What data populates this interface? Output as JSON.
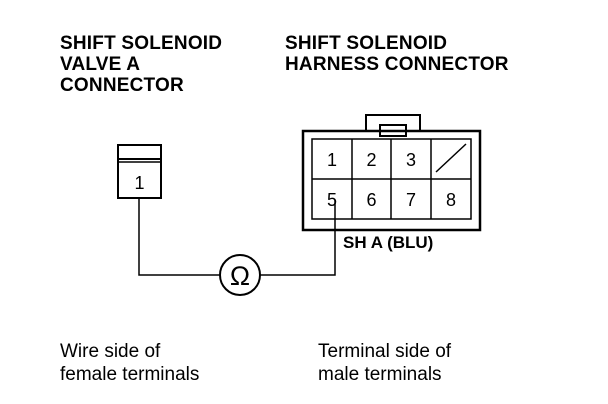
{
  "left_heading": [
    "SHIFT SOLENOID",
    "VALVE A",
    "CONNECTOR"
  ],
  "right_heading": [
    "SHIFT SOLENOID",
    "HARNESS CONNECTOR"
  ],
  "valve_connector": {
    "terminals": [
      "1"
    ]
  },
  "harness_connector": {
    "top_row": [
      "1",
      "2",
      "3"
    ],
    "bottom_row": [
      "5",
      "6",
      "7",
      "8"
    ]
  },
  "wire_label": "SH A (BLU)",
  "meter_symbol": "Ω",
  "left_caption": [
    "Wire side of",
    "female terminals"
  ],
  "right_caption": [
    "Terminal side of",
    "male terminals"
  ]
}
